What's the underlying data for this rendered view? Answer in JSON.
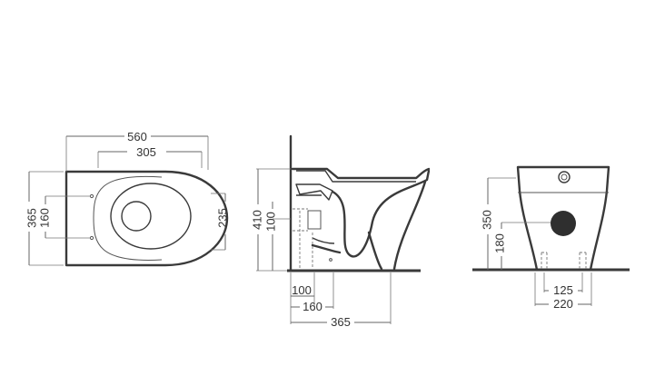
{
  "top_view": {
    "width": "560",
    "inner_width": "305",
    "depth": "365",
    "fixing_spacing": "160",
    "side_depth": "235"
  },
  "side_view": {
    "height": "410",
    "outlet_height": "100",
    "outlet_offset_1": "100",
    "outlet_offset_2": "160",
    "outlet_offset_3": "365"
  },
  "rear_view": {
    "height": "350",
    "inlet_height": "180",
    "fixing_inner": "125",
    "fixing_outer": "220"
  }
}
